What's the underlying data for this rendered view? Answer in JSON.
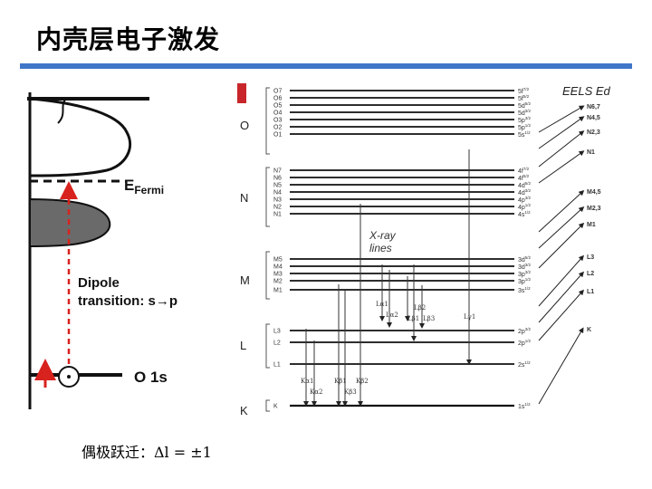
{
  "title": "内壳层电子激发",
  "caption": "偶极跃迁：Δl = ±1",
  "left_panel": {
    "fermi_label": "E",
    "fermi_sub": "Fermi",
    "dipole_line1": "Dipole",
    "dipole_line2": "transition: s→p",
    "core_label": "O 1s"
  },
  "right_panel": {
    "header": "EELS Ed",
    "xray_label_1": "X-ray",
    "xray_label_2": "lines",
    "shells": [
      "O",
      "N",
      "M",
      "L",
      "K"
    ],
    "O_levels": [
      "O7",
      "O6",
      "O5",
      "O4",
      "O3",
      "O2",
      "O1"
    ],
    "N_levels": [
      "N7",
      "N6",
      "N5",
      "N4",
      "N3",
      "N2",
      "N1"
    ],
    "M_levels": [
      "M5",
      "M4",
      "M3",
      "M2",
      "M1"
    ],
    "L_levels": [
      "L3",
      "L2",
      "L1"
    ],
    "K_levels": [
      "K"
    ],
    "orbitals_O": [
      [
        "5f",
        "7/2"
      ],
      [
        "5f",
        "5/2"
      ],
      [
        "5d",
        "5/2"
      ],
      [
        "5d",
        "3/2"
      ],
      [
        "5p",
        "3/2"
      ],
      [
        "5p",
        "1/2"
      ],
      [
        "5s",
        "1/2"
      ]
    ],
    "orbitals_N": [
      [
        "4f",
        "7/2"
      ],
      [
        "4f",
        "5/2"
      ],
      [
        "4d",
        "5/2"
      ],
      [
        "4d",
        "3/2"
      ],
      [
        "4p",
        "3/2"
      ],
      [
        "4p",
        "1/2"
      ],
      [
        "4s",
        "1/2"
      ]
    ],
    "orbitals_M": [
      [
        "3d",
        "5/2"
      ],
      [
        "3d",
        "3/2"
      ],
      [
        "3p",
        "3/2"
      ],
      [
        "3p",
        "1/2"
      ],
      [
        "3s",
        "1/2"
      ]
    ],
    "orbitals_L": [
      [
        "2p",
        "3/2"
      ],
      [
        "2p",
        "1/2"
      ],
      [
        "2s",
        "1/2"
      ]
    ],
    "orbitals_K": [
      [
        "1s",
        "1/2"
      ]
    ],
    "edges": [
      "N6,7",
      "N4,5",
      "N2,3",
      "N1",
      "M4,5",
      "M2,3",
      "M1",
      "L3",
      "L2",
      "L1",
      "K"
    ],
    "xray_lines": {
      "La1": "Lα1",
      "La2": "Lα2",
      "Lb2": "Lβ2",
      "Lb1": "Lβ1",
      "Lb3": "Lβ3",
      "Lg1": "Lγ1",
      "Ka1": "Kα1",
      "Ka2": "Kα2",
      "Kb1": "Kβ1",
      "Kb3": "Kβ3",
      "Kb2": "Kβ2"
    }
  }
}
